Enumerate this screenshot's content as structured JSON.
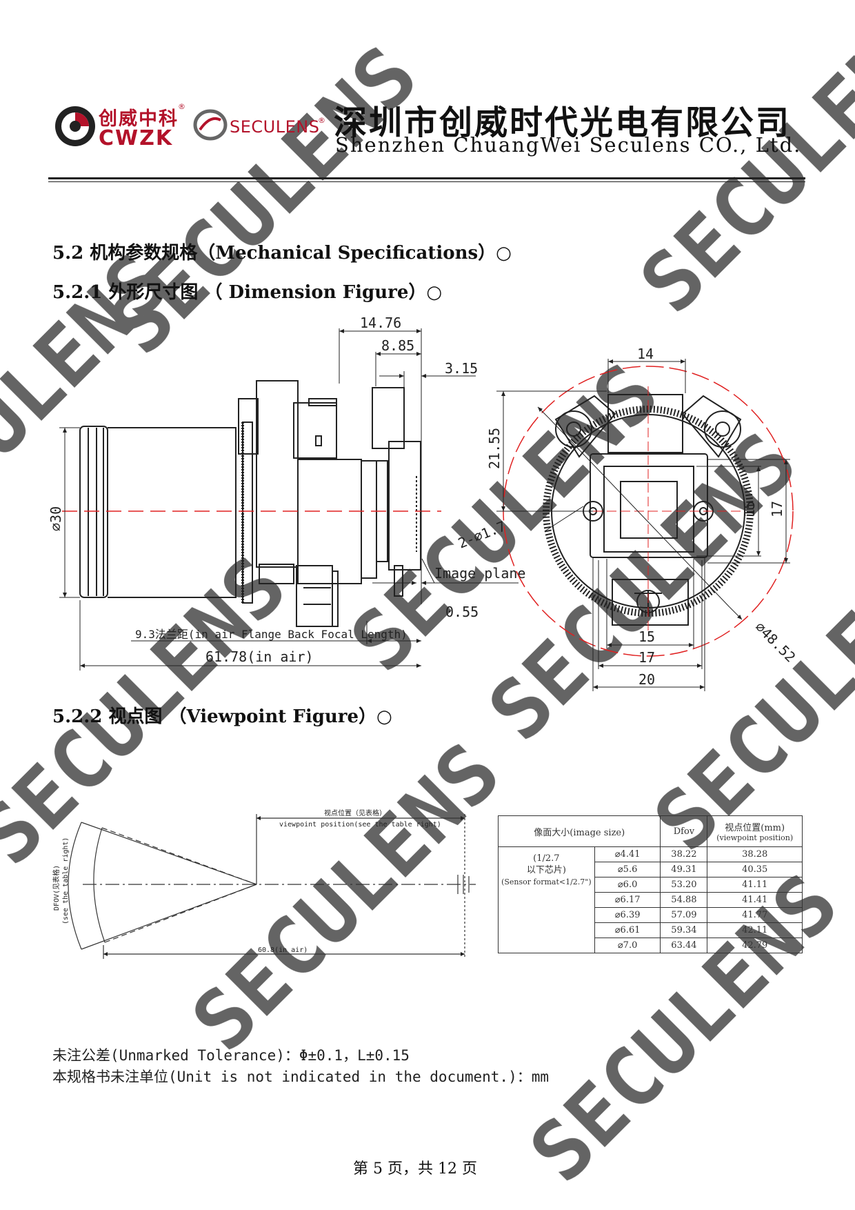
{
  "header": {
    "logo_cn": "创威中科",
    "logo_en": "CWZK",
    "seculens": "SECULENS",
    "reg_mark": "®",
    "company_cn": "深圳市创威时代光电有限公司",
    "company_en": "Shenzhen ChuangWei Seculens CO., Ltd."
  },
  "watermark_text": "SECULENS",
  "sections": {
    "s52": "5.2 机构参数规格（Mechanical Specifications）○",
    "s521": "5.2.1 外形尺寸图 （ Dimension Figure）○",
    "s522": "5.2.2 视点图 （Viewpoint Figure）○"
  },
  "dimension_figure": {
    "d1476": "14.76",
    "d885": "8.85",
    "d315": "3.15",
    "d30": "⌀30",
    "d055": "0.55",
    "flange": "9.3法兰距(in air Flange Back Focal Length)",
    "total": "61.78(in air)",
    "image_plane": "Image plane",
    "d14": "14",
    "d2155": "21.55",
    "d15v": "15",
    "d17v": "17",
    "holes": "2-⌀1.7",
    "d15h": "15",
    "d17h": "17",
    "d20": "20",
    "d4852": "⌀48.52"
  },
  "viewpoint_figure": {
    "top_label_cn": "视点位置（见表格）",
    "top_label_en": "viewpoint position(see the table right)",
    "side_label_cn": "DFOV(见表格)",
    "side_label_en": "(see the table right)",
    "bottom_label": "60.8(in air)"
  },
  "viewpoint_table": {
    "headers": {
      "image_size": "像面大小(image size)",
      "dfov": "Dfov",
      "vp_cn": "视点位置(mm)",
      "vp_en": "(viewpoint position)"
    },
    "sensor_label_1": "(1/2.7",
    "sensor_label_2": "以下芯片)",
    "sensor_label_3": "(Sensor format<1/2.7\")",
    "rows": [
      {
        "size": "⌀4.41",
        "dfov": "38.22",
        "vp": "38.28"
      },
      {
        "size": "⌀5.6",
        "dfov": "49.31",
        "vp": "40.35"
      },
      {
        "size": "⌀6.0",
        "dfov": "53.20",
        "vp": "41.11"
      },
      {
        "size": "⌀6.17",
        "dfov": "54.88",
        "vp": "41.41"
      },
      {
        "size": "⌀6.39",
        "dfov": "57.09",
        "vp": "41.77"
      },
      {
        "size": "⌀6.61",
        "dfov": "59.34",
        "vp": "42.11"
      },
      {
        "size": "⌀7.0",
        "dfov": "63.44",
        "vp": "42.79"
      }
    ]
  },
  "notes": {
    "tolerance": "未注公差(Unmarked Tolerance)：Φ±0.1，L±0.15",
    "unit": "本规格书未注单位(Unit is not indicated in the document.)：mm"
  },
  "footer": {
    "page": "第 5 页，共 12 页"
  }
}
